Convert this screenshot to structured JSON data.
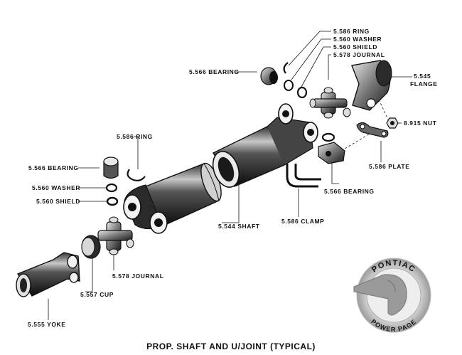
{
  "caption": "PROP. SHAFT AND U/JOINT (TYPICAL)",
  "labels": {
    "ring_top": "5.586 RING",
    "washer_top": "5.560 WASHER",
    "shield_top": "5.560 SHIELD",
    "journal_top": "5.578 JOURNAL",
    "bearing_top": "5.566 BEARING",
    "flange_num": "5.545",
    "flange_word": "FLANGE",
    "nut": "8.915 NUT",
    "plate": "5.586 PLATE",
    "bearing_right": "5.566 BEARING",
    "clamp": "5.586 CLAMP",
    "shaft": "5.544 SHAFT",
    "ring_left": "5.586 RING",
    "bearing_left": "5.566 BEARING",
    "washer_left": "5.560 WASHER",
    "shield_left": "5.560 SHIELD",
    "journal_bottom": "5.578 JOURNAL",
    "cup": "5.557 CUP",
    "yoke": "5.555 YOKE"
  },
  "watermark": {
    "top_text": "PONTIAC",
    "bottom_text": "POWER PAGE"
  },
  "colors": {
    "ink": "#111111",
    "paper": "#ffffff"
  }
}
